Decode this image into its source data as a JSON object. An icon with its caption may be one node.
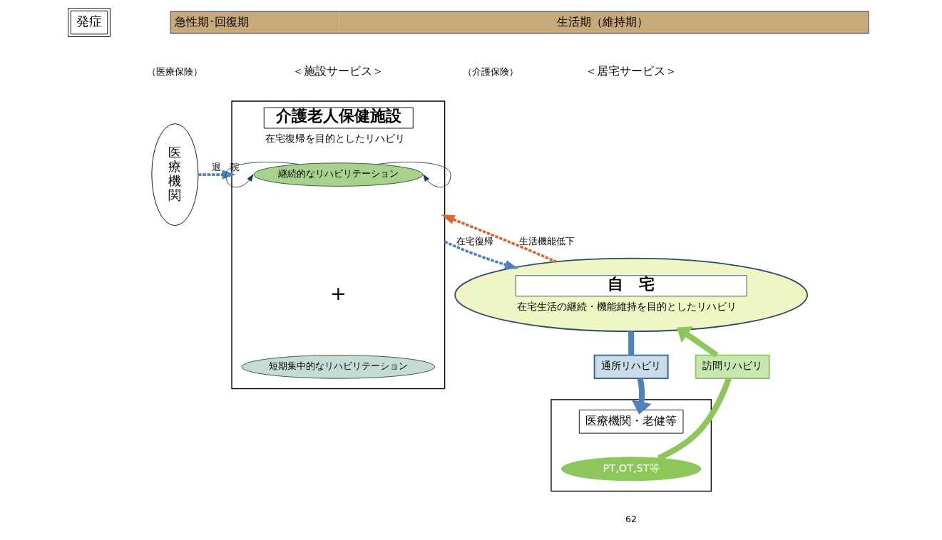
{
  "diagram": {
    "nodes": [
      {
        "text": [
          "発症"
        ]
      },
      {
        "text": [
          "急性期･回復期",
          "生活期（維持期）"
        ]
      },
      {
        "text": [
          "医療機関"
        ]
      },
      {
        "text": [
          "介護老人保健施設",
          "在宅復帰を目的としたリハビリ"
        ]
      },
      {
        "text": [
          "継続的なリハビリテーション"
        ],
        "in": 3
      },
      {
        "text": [
          "短期集中的なリハビリテーション"
        ],
        "in": 3
      },
      {
        "text": [
          "自　宅",
          "在宅生活の継続・機能維持を目的としたリハビリ"
        ]
      },
      {
        "text": [
          "通所リハビリ"
        ]
      },
      {
        "text": [
          "訪問リハビリ"
        ]
      },
      {
        "text": [],
        "shape": "box"
      },
      {
        "text": [
          "医療機関・老健等"
        ],
        "in": 9
      },
      {
        "text": [
          "PT,OT,ST等"
        ],
        "in": 9
      }
    ],
    "edges": [
      {
        "from": 2,
        "to": 3,
        "arrow": "to",
        "label": "退　院",
        "style": "dashed"
      },
      {
        "from": 3,
        "to": 6,
        "arrow": "to",
        "label": "在宅復帰",
        "style": "dashed"
      },
      {
        "from": 6,
        "to": 3,
        "arrow": "to",
        "label": "生活機能低下",
        "style": "dashed",
        "color": "#d9682e"
      },
      {
        "from": 4,
        "to": 4,
        "arrow": "to",
        "color": "#1f3864"
      },
      {
        "from": 4,
        "to": 4,
        "arrow": "to",
        "color": "#1f3864"
      },
      {
        "from": 6,
        "to": 7,
        "arrow": "none",
        "style": "thick"
      },
      {
        "from": 7,
        "to": 10,
        "arrow": "to",
        "style": "thick"
      },
      {
        "from": 11,
        "to": 8,
        "arrow": "none",
        "style": "thick",
        "color": "#8dc65a"
      },
      {
        "from": 8,
        "to": 6,
        "arrow": "to",
        "style": "thick",
        "color": "#8dc65a"
      }
    ],
    "labels": [
      "（医療保険）",
      "＜施設サービス＞",
      "（介護保険）",
      "＜居宅サービス＞",
      "+",
      "62"
    ]
  }
}
